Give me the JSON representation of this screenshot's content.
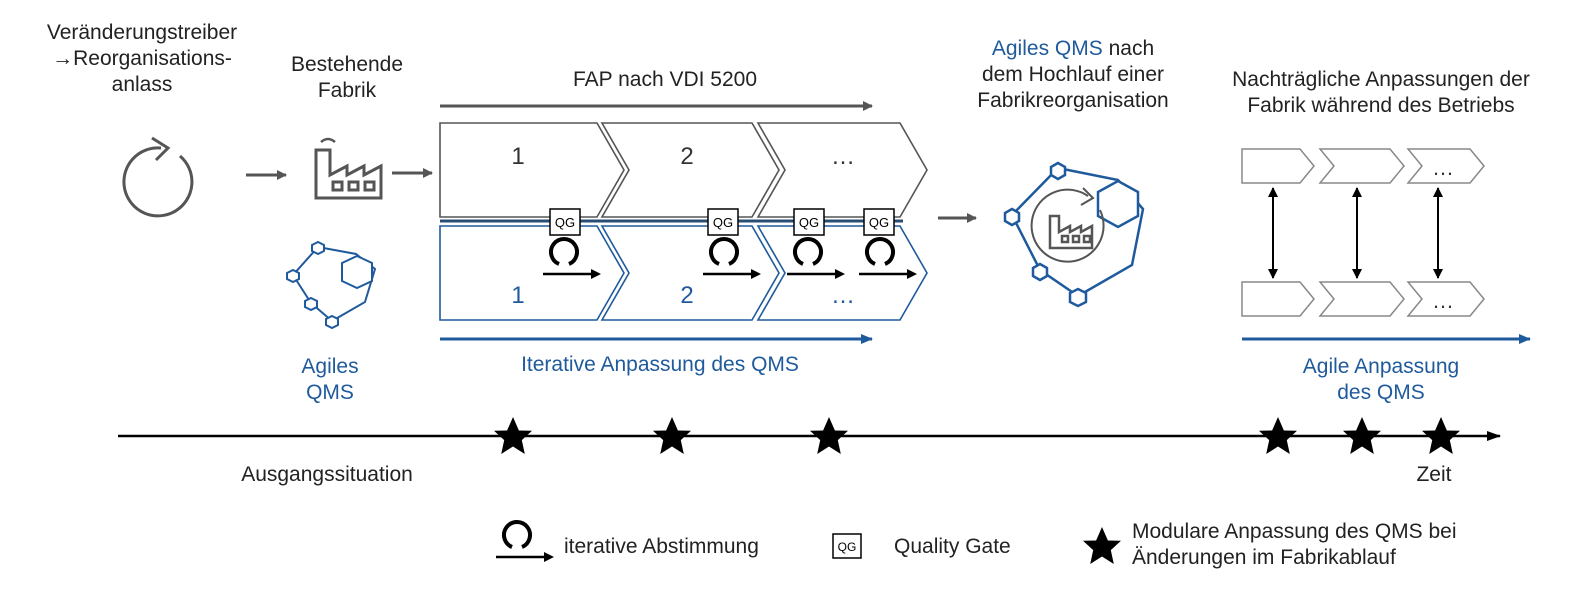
{
  "texts": {
    "driver_line1": "Veränderungstreiber",
    "driver_line2": "→Reorganisations-",
    "driver_line3": "anlass",
    "factory_line1": "Bestehende",
    "factory_line2": "Fabrik",
    "fap_title": "FAP nach VDI 5200",
    "agile_qms_top_colored": "Agiles QMS",
    "agile_qms_top_rest": " nach",
    "agile_qms_line2": "dem Hochlauf einer",
    "agile_qms_line3": "Fabrikreorganisation",
    "post_line1": "Nachträgliche Anpassungen der",
    "post_line2": "Fabrik während des Betriebs",
    "agiles_line1": "Agiles",
    "agiles_line2": "QMS",
    "iterative_label": "Iterative Anpassung des QMS",
    "agile_anp_line1": "Agile Anpassung",
    "agile_anp_line2": "des QMS",
    "ausgang": "Ausgangssituation",
    "zeit": "Zeit",
    "legend_iter": "iterative Abstimmung",
    "legend_qg": "Quality Gate",
    "legend_star_line1": "Modulare Anpassung des QMS bei",
    "legend_star_line2": "Änderungen im Fabrikablauf"
  },
  "chevrons_top": [
    "1",
    "2",
    "…"
  ],
  "chevrons_bottom": [
    "1",
    "2",
    "…"
  ],
  "qg_label": "QG",
  "small_chevron_ellipsis": "…",
  "colors": {
    "blue": "#1f5a9c",
    "gray": "#555555",
    "black": "#000000"
  },
  "icons": [
    "cycle-icon",
    "factory-icon",
    "agile-qms-network-icon",
    "iteration-loop-icon",
    "quality-gate-icon",
    "milestone-star-icon"
  ]
}
